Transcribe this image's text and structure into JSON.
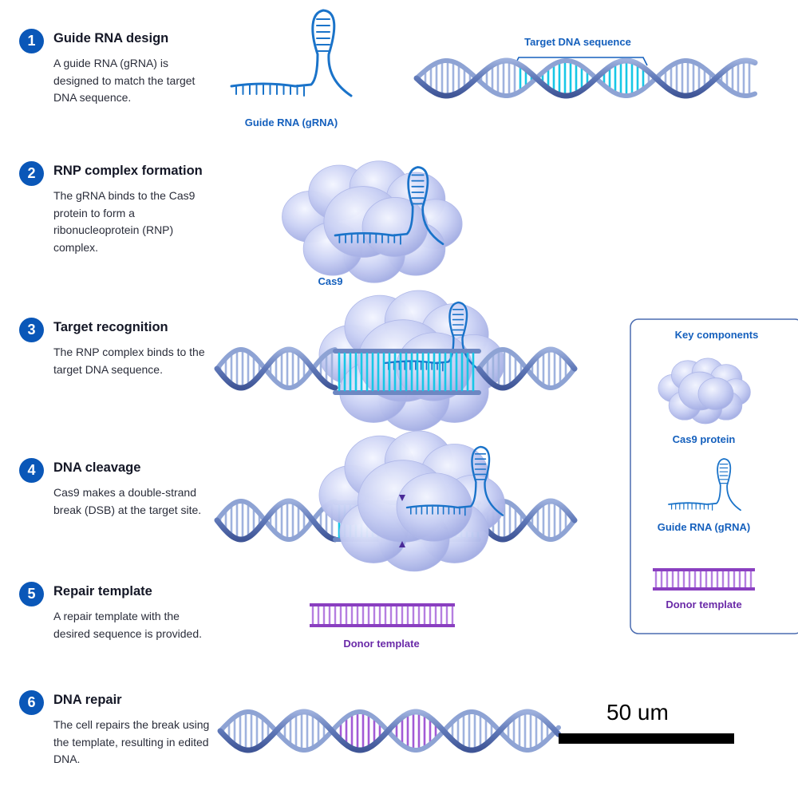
{
  "steps": [
    {
      "number": "1",
      "title": "Guide RNA design",
      "description": "A guide RNA (gRNA) is designed to match the target DNA sequence."
    },
    {
      "number": "2",
      "title": "RNP complex formation",
      "description": "The gRNA binds to the Cas9 protein to form a ribonucleoprotein (RNP) complex."
    },
    {
      "number": "3",
      "title": "Target recognition",
      "description": "The RNP complex binds to the target DNA sequence."
    },
    {
      "number": "4",
      "title": "DNA cleavage",
      "description": "Cas9 makes a double-strand break (DSB) at the target site."
    },
    {
      "number": "5",
      "title": "Repair template",
      "description": "A repair template with the desired sequence is provided."
    },
    {
      "number": "6",
      "title": "DNA repair",
      "description": "The cell repairs the break using the template, resulting in edited DNA."
    }
  ],
  "labels": {
    "guide_rna": "Guide RNA (gRNA)",
    "target_dna": "Target DNA sequence",
    "cas9": "Cas9",
    "donor": "Donor template"
  },
  "key": {
    "title": "Key components",
    "cas9_protein": "Cas9 protein",
    "guide_rna": "Guide RNA (gRNA)",
    "donor": "Donor template"
  },
  "scale_bar": {
    "label": "50 um"
  },
  "colors": {
    "badge": "#0a57b8",
    "dna_backbone": "#6d87c2",
    "target_highlight": "#17c7e6",
    "rna": "#1a73c9",
    "donor": "#8a3fc0",
    "cas9_cloud": "#c9d0f4",
    "label_blue": "#1560bd",
    "label_purple": "#6a2aa8"
  }
}
